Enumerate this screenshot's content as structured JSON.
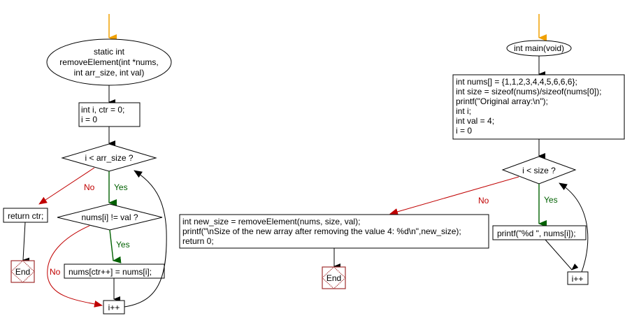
{
  "colors": {
    "start_arrow": "#f0a000",
    "yes_branch": "#006000",
    "no_branch": "#c00000",
    "end_node": "#a03030"
  },
  "left_flow": {
    "start": {
      "lines": [
        "static int",
        "removeElement(int *nums,",
        "int arr_size, int val)"
      ]
    },
    "init": {
      "lines": [
        "int i, ctr = 0;",
        "i = 0"
      ]
    },
    "loop_condition": "i < arr_size ?",
    "loop_no_label": "No",
    "loop_yes_label": "Yes",
    "return_stmt": "return ctr;",
    "inner_condition": "nums[i] != val ?",
    "inner_yes_label": "Yes",
    "inner_no_label": "No",
    "assign_stmt": "nums[ctr++] = nums[i];",
    "increment": "i++",
    "end_label": "End"
  },
  "right_flow": {
    "start": "int main(void)",
    "init": {
      "lines": [
        "int nums[] = {1,1,2,3,4,4,5,6,6,6};",
        "int size = sizeof(nums)/sizeof(nums[0]);",
        "printf(\"Original array:\\n\");",
        "int i;",
        "int val = 4;",
        "i = 0"
      ]
    },
    "loop_condition": "i < size ?",
    "loop_no_label": "No",
    "loop_yes_label": "Yes",
    "print_stmt": "printf(\"%d \", nums[i]);",
    "increment": "i++",
    "result": {
      "lines": [
        "int new_size = removeElement(nums, size, val);",
        "printf(\"\\nSize of the new array after removing the value 4: %d\\n\",new_size);",
        "return 0;"
      ]
    },
    "end_label": "End"
  }
}
